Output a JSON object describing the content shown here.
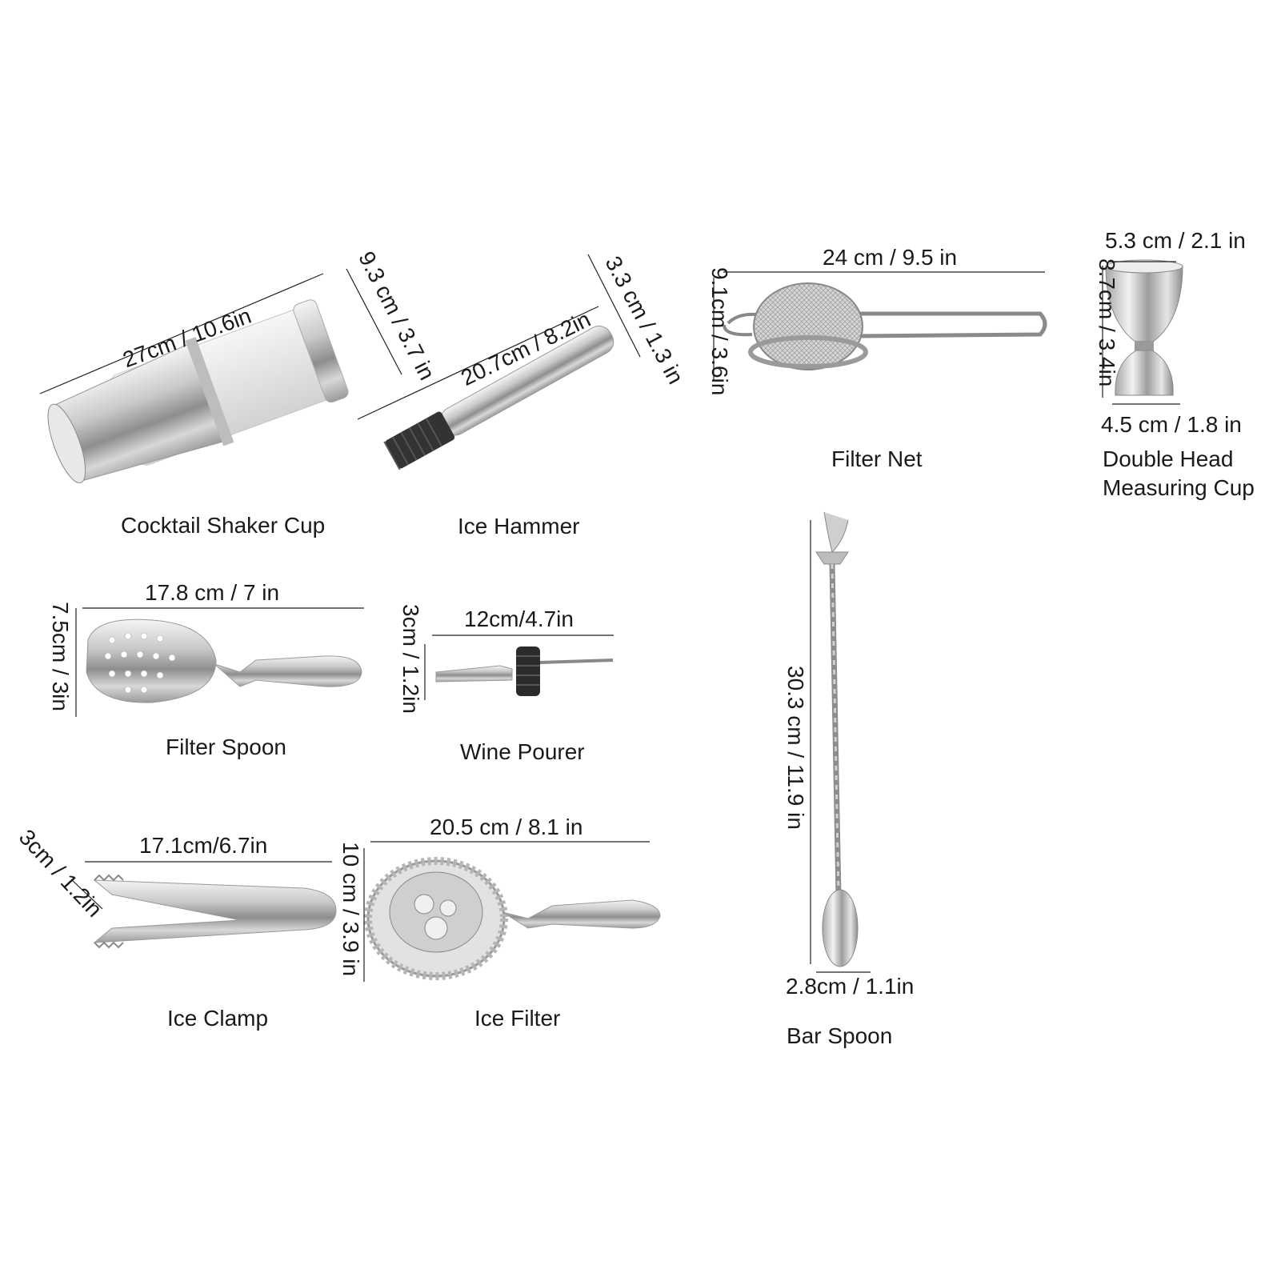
{
  "products": {
    "shaker": {
      "name": "Cocktail Shaker Cup",
      "length": "27cm / 10.6in",
      "diameter": "9.3 cm / 3.7 in"
    },
    "hammer": {
      "name": "Ice Hammer",
      "length": "20.7cm / 8.2in",
      "diameter": "3.3 cm / 1.3 in"
    },
    "filter_net": {
      "name": "Filter Net",
      "length": "24 cm / 9.5 in",
      "height": "9.1cm / 3.6in"
    },
    "measuring_cup": {
      "name_line1": "Double Head",
      "name_line2": "Measuring Cup",
      "top_width": "5.3 cm / 2.1 in",
      "height": "8.7cm / 3.4in",
      "bottom_width": "4.5 cm / 1.8 in"
    },
    "filter_spoon": {
      "name": "Filter Spoon",
      "length": "17.8 cm / 7 in",
      "width": "7.5cm / 3in"
    },
    "wine_pourer": {
      "name": "Wine Pourer",
      "length": "12cm/4.7in",
      "height": "3cm / 1.2in"
    },
    "ice_clamp": {
      "name": "Ice Clamp",
      "length": "17.1cm/6.7in",
      "height": "3cm / 1.2in"
    },
    "ice_filter": {
      "name": "Ice Filter",
      "length": "20.5 cm / 8.1 in",
      "height": "10 cm / 3.9 in"
    },
    "bar_spoon": {
      "name": "Bar Spoon",
      "length": "30.3 cm / 11.9 in",
      "width": "2.8cm / 1.1in"
    }
  }
}
